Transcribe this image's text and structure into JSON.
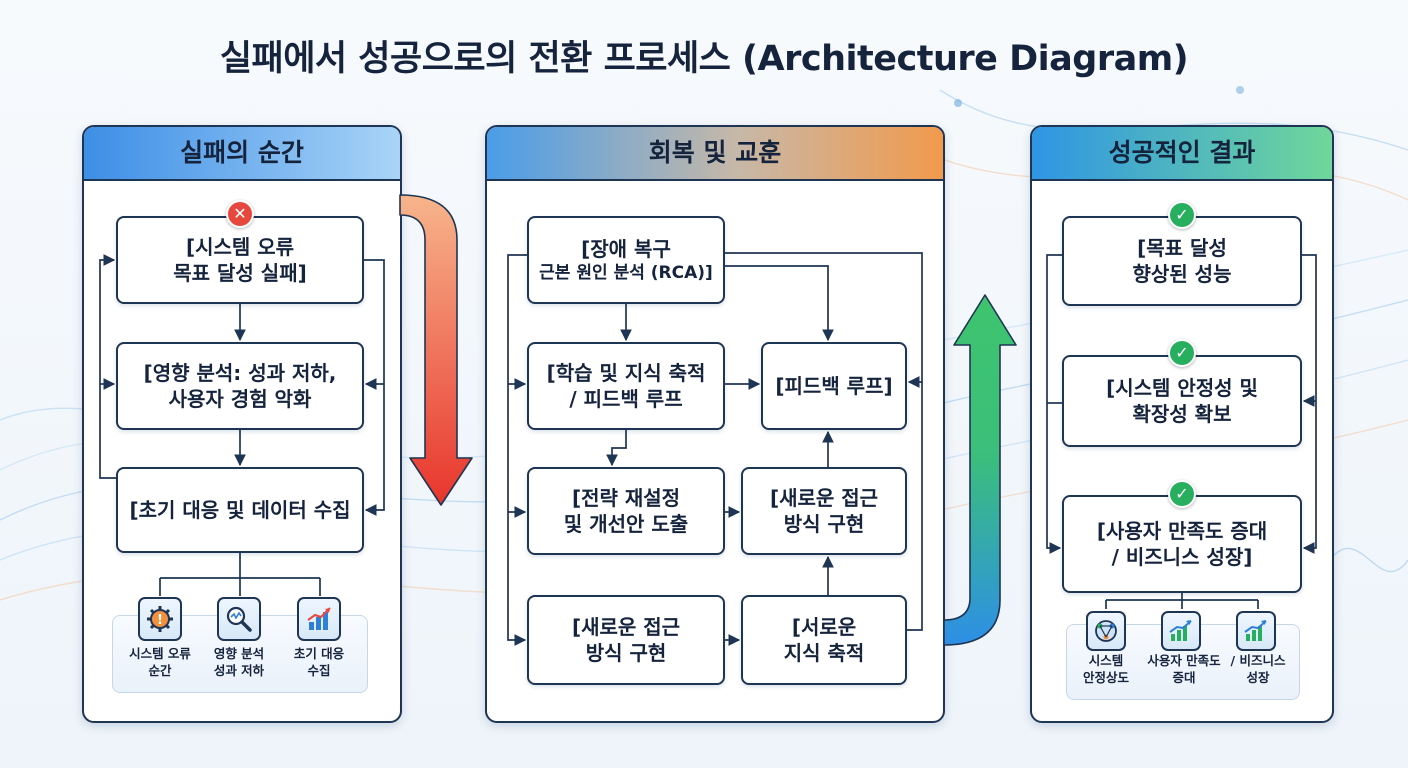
{
  "title": "실패에서 성공으로의 전환 프로세스 (Architecture Diagram)",
  "colors": {
    "outline": "#1f3554",
    "red": "#e8473d",
    "green": "#27ae5f",
    "blue": "#3d8ee6",
    "orange": "#f29a4c"
  },
  "panels": {
    "failure": {
      "title": "실패의 순간",
      "nodes": {
        "n1": {
          "line1": "[시스템 오류",
          "line2": "목표 달성 실패]"
        },
        "n2": {
          "line1": "[영향 분석: 성과 저하,",
          "line2": "사용자 경험 악화"
        },
        "n3": {
          "line1": "[초기 대응 및 데이터 수집",
          "line2": ""
        }
      },
      "icons": [
        {
          "icon": "gear-warning-icon",
          "line1": "시스템 오류",
          "line2": "순간"
        },
        {
          "icon": "magnifier-analysis-icon",
          "line1": "영향 분석",
          "line2": "성과 저하"
        },
        {
          "icon": "bar-chart-icon",
          "line1": "초기 대응",
          "line2": "수집"
        }
      ]
    },
    "recovery": {
      "title": "회복 및 교훈",
      "nodes": {
        "r1": {
          "line1": "[장애 복구",
          "line2": "근본 원인 분석 (RCA)]"
        },
        "r2": {
          "line1": "[학습 및 지식 축적",
          "line2": "/ 피드백 루프"
        },
        "r3": {
          "line1": "[피드백 루프]",
          "line2": ""
        },
        "r4": {
          "line1": "[전략 재설정",
          "line2": "및 개선안 도출"
        },
        "r5": {
          "line1": "[새로운 접근",
          "line2": "방식 구현"
        },
        "r6": {
          "line1": "[새로운 접근",
          "line2": "방식 구현"
        },
        "r7": {
          "line1": "[서로운",
          "line2": "지식 축적"
        }
      }
    },
    "success": {
      "title": "성공적인 결과",
      "nodes": {
        "s1": {
          "line1": "[목표 달성",
          "line2": "향상된 성능"
        },
        "s2": {
          "line1": "[시스템 안정성 및",
          "line2": "확장성 확보"
        },
        "s3": {
          "line1": "[사용자 만족도 증대",
          "line2": "/ 비즈니스 성장]"
        }
      },
      "icons": [
        {
          "icon": "system-stability-icon",
          "line1": "시스템",
          "line2": "안정상도"
        },
        {
          "icon": "growth-chart-icon",
          "line1": "사용자 만족도",
          "line2": "증대"
        },
        {
          "icon": "growth-chart-icon",
          "line1": "/ 비즈니스",
          "line2": "성장"
        }
      ]
    }
  }
}
